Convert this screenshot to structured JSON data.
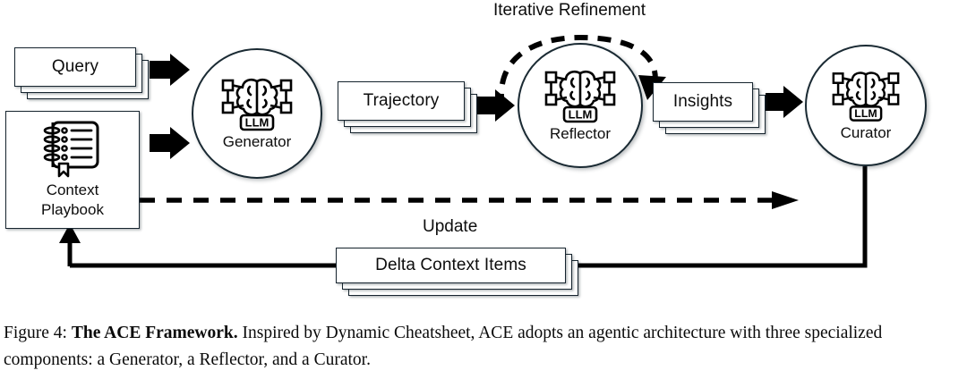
{
  "figure": {
    "title": "The ACE Framework",
    "caption_prefix": "Figure 4: ",
    "caption_bold": "The ACE Framework.",
    "caption_rest": " Inspired by Dynamic Cheatsheet, ACE adopts an agentic architecture with three specialized components: a Generator, a Reflector, and a Curator.",
    "background_color": "#ffffff",
    "stroke_color": "#16242e",
    "fill_color": "#ffffff"
  },
  "inputs": {
    "query": {
      "label": "Query",
      "stack_count": 3
    },
    "playbook": {
      "line1": "Context",
      "line2": "Playbook",
      "icon": "notebook-icon"
    }
  },
  "agents": [
    {
      "id": "generator",
      "label": "Generator",
      "badge": "LLM",
      "icon": "brain-network-icon"
    },
    {
      "id": "reflector",
      "label": "Reflector",
      "badge": "LLM",
      "icon": "brain-network-icon"
    },
    {
      "id": "curator",
      "label": "Curator",
      "badge": "LLM",
      "icon": "brain-network-icon"
    }
  ],
  "artifacts": {
    "trajectory": {
      "label": "Trajectory",
      "stack_count": 3
    },
    "insights": {
      "label": "Insights",
      "stack_count": 3
    },
    "delta": {
      "label": "Delta Context Items",
      "stack_count": 3
    }
  },
  "annotations": {
    "iterative_refinement": "Iterative Refinement",
    "update": "Update"
  },
  "connectors": [
    {
      "name": "query-to-generator",
      "type": "block-arrow"
    },
    {
      "name": "playbook-to-generator",
      "type": "block-arrow"
    },
    {
      "name": "trajectory-to-reflector",
      "type": "block-arrow"
    },
    {
      "name": "insights-to-curator",
      "type": "block-arrow"
    },
    {
      "name": "reflector-self-loop",
      "type": "dashed-curved-arrow"
    },
    {
      "name": "playbook-update-dashed",
      "type": "dashed-line-arrow"
    },
    {
      "name": "curator-to-delta-to-playbook",
      "type": "solid-line-arrow"
    }
  ]
}
